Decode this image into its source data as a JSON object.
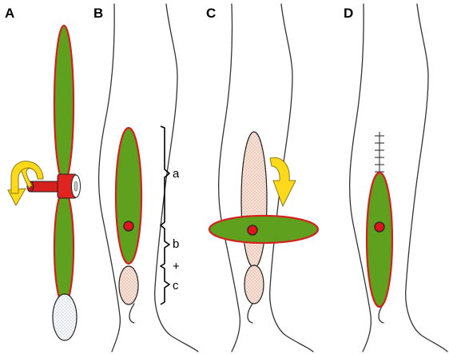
{
  "panels": {
    "a": {
      "label": "A"
    },
    "b": {
      "label": "B"
    },
    "c": {
      "label": "C"
    },
    "d": {
      "label": "D"
    }
  },
  "brace_labels": {
    "a": "a",
    "b": "b",
    "plus": "+",
    "c": "c"
  },
  "colors": {
    "flap_fill": "#5fa11f",
    "flap_outline": "#d6201e",
    "perforator_dot": "#e0141a",
    "rotation_arrow": "#ffd91a",
    "pivot_bar": "#d6201e",
    "skin_island_fill": "#f6dfd2"
  }
}
